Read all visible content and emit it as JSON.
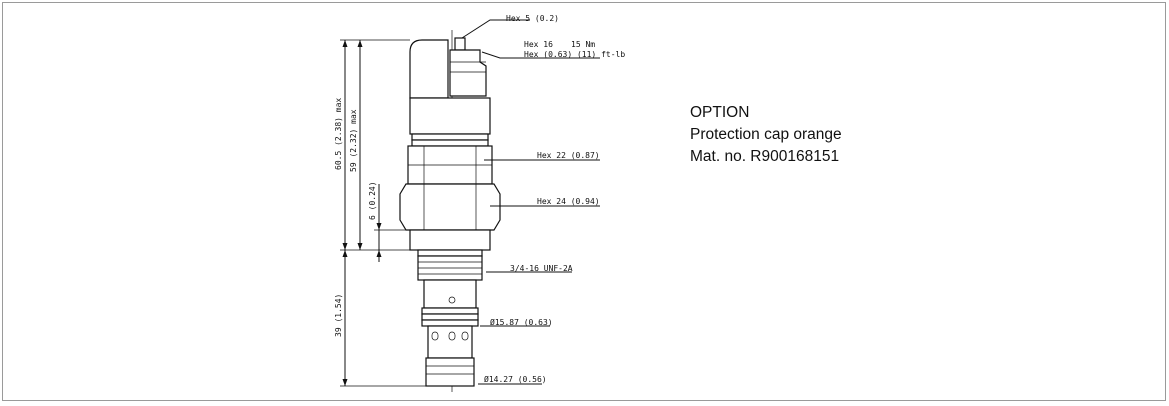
{
  "option_note": {
    "heading": "OPTION",
    "line1": "Protection cap orange",
    "line2": "Mat. no. R900168151"
  },
  "callouts": {
    "hex5": "Hex 5 (0.2)",
    "hex16_a": "Hex 16",
    "hex16_torque_a": "15 Nm",
    "hex16_b": "Hex (0.63) (11) ft-lb",
    "hex22": "Hex 22 (0.87)",
    "hex24": "Hex 24 (0.94)",
    "thread": "3/4-16 UNF-2A",
    "dia_upper": "Ø15.87 (0.63)",
    "dia_lower": "Ø14.27 (0.56)"
  },
  "dimensions": {
    "overall_max": "60.5 (2.38) max",
    "upper_max": "59 (2.32) max",
    "hex_offset": "6 (0.24)",
    "lower": "39 (1.54)"
  },
  "colors": {
    "line": "#111111",
    "frame": "#9a9a9a"
  }
}
